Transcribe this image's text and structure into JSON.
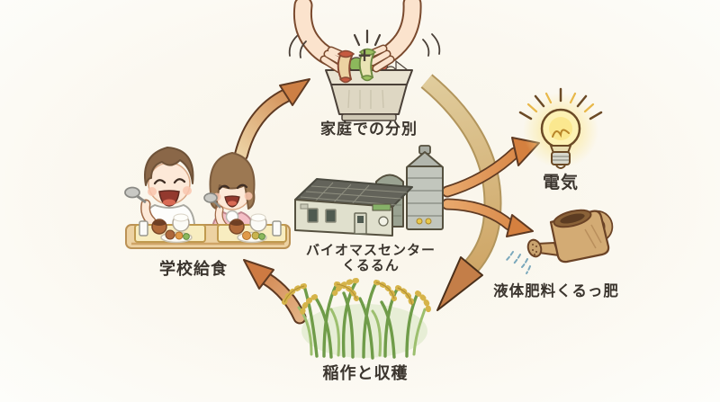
{
  "image_type": "illustrated-recycling-cycle-diagram",
  "labels": {
    "home_sorting": "家庭での分別",
    "school_lunch": "学校給食",
    "biomass_center_line1": "バイオマスセンター",
    "biomass_center_line2": "くるるん",
    "electricity": "電気",
    "liquid_fertilizer": "液体肥料くるっ肥",
    "rice_farming": "稲作と収穫",
    "plus_sign": "+"
  },
  "cycle": {
    "nodes": [
      {
        "id": "school-lunch",
        "label": "学校給食"
      },
      {
        "id": "home-sorting",
        "label": "家庭での分別"
      },
      {
        "id": "biomass-center",
        "label": "バイオマスセンター くるるん"
      },
      {
        "id": "electricity",
        "label": "電気"
      },
      {
        "id": "liquid-fertilizer",
        "label": "液体肥料くるっ肥"
      },
      {
        "id": "rice-farming",
        "label": "稲作と収穫"
      }
    ],
    "edges": [
      {
        "from": "school-lunch",
        "to": "home-sorting",
        "style": "orange-curved-arrow"
      },
      {
        "from": "home-sorting",
        "to": "rice-farming",
        "style": "tan-outer-arc-arrow"
      },
      {
        "from": "biomass-center",
        "to": "electricity",
        "style": "orange-arrow"
      },
      {
        "from": "biomass-center",
        "to": "liquid-fertilizer",
        "style": "orange-arrow"
      },
      {
        "from": "rice-farming",
        "to": "school-lunch",
        "style": "orange-curved-arrow"
      }
    ]
  },
  "icons": {
    "hands_sorting": "hands-dropping-food-scraps",
    "waste_bin": "food-waste-bin",
    "children": "two-children-eating-school-lunch",
    "building": "biomass-plant-with-silos",
    "bulb": "glowing-lightbulb",
    "watering_can": "watering-can-sprinkling",
    "rice": "rice-plants"
  },
  "colors": {
    "background": "#fcfaf4",
    "text": "#3b352e",
    "arrow_orange": "#d5803f",
    "arrow_tan": "#dcc490",
    "glow_yellow": "#fbe88f"
  }
}
